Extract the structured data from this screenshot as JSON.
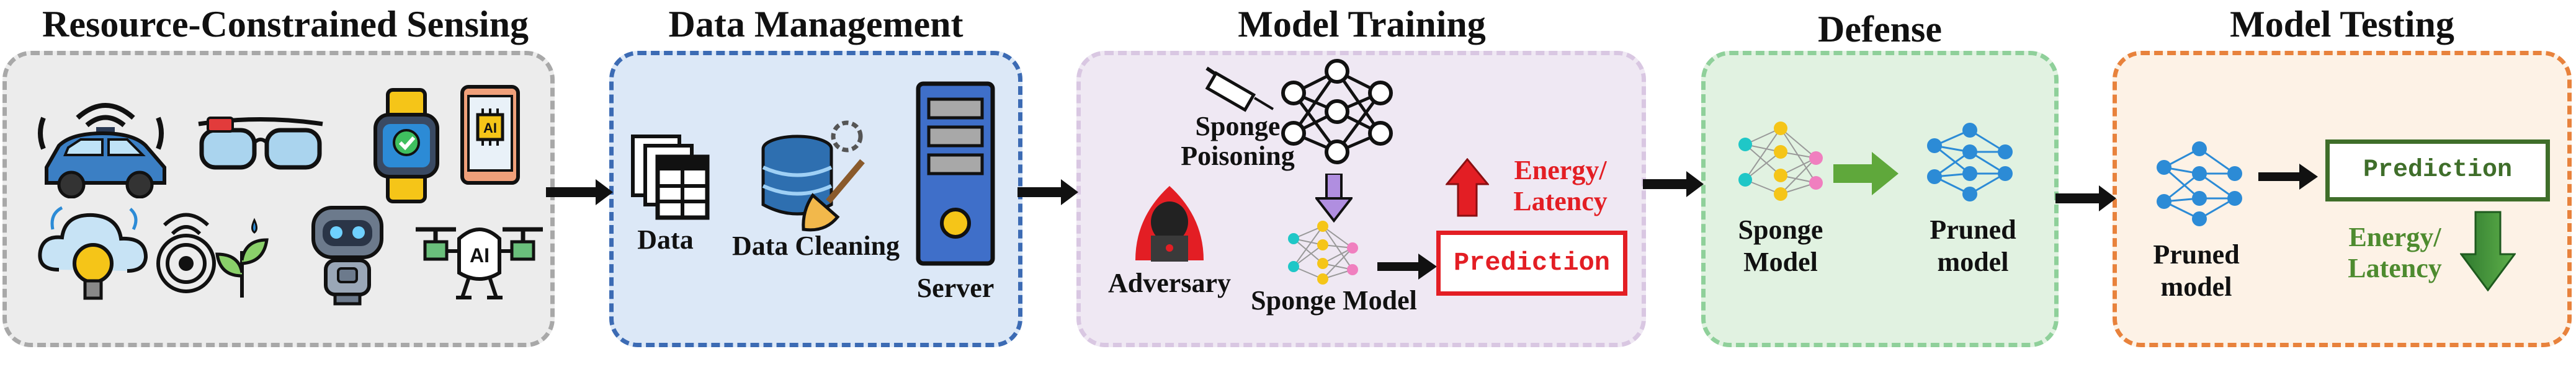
{
  "stages": {
    "sensing": "Resource-Constrained Sensing",
    "data_mgmt": "Data Management",
    "training": "Model Training",
    "defense": "Defense",
    "testing": "Model Testing"
  },
  "data_mgmt": {
    "data": "Data",
    "cleaning": "Data Cleaning",
    "server": "Server"
  },
  "training": {
    "poisoning_line1": "Sponge",
    "poisoning_line2": "Poisoning",
    "adversary": "Adversary",
    "sponge_model": "Sponge Model",
    "prediction": "Prediction",
    "energy_line1": "Energy/",
    "energy_line2": "Latency"
  },
  "defense": {
    "sponge_line1": "Sponge",
    "sponge_line2": "Model",
    "pruned_line1": "Pruned",
    "pruned_line2": "model"
  },
  "testing": {
    "pruned_line1": "Pruned",
    "pruned_line2": "model",
    "prediction": "Prediction",
    "energy_line1": "Energy/",
    "energy_line2": "Latency"
  },
  "icons": {
    "sensing": [
      "car-icon",
      "smart-glasses-icon",
      "smartwatch-icon",
      "ai-chip-tablet-icon",
      "smart-cloud-bulb-icon",
      "smart-plant-sensor-icon",
      "robot-icon",
      "ai-drone-icon"
    ],
    "data_mgmt": [
      "data-table-icon",
      "database-broom-icon",
      "server-icon"
    ],
    "training": [
      "syringe-icon",
      "neural-network-icon",
      "hacker-icon",
      "sponge-network-icon",
      "up-arrow-icon"
    ],
    "defense": [
      "sponge-network-icon",
      "pruned-network-icon"
    ],
    "testing": [
      "pruned-network-icon",
      "down-arrow-icon"
    ]
  },
  "colors": {
    "sensing_bg": "#ececec",
    "sensing_border": "#a8a8a8",
    "data_bg": "#dce8f7",
    "data_border": "#3c6bb4",
    "training_bg": "#efe8f3",
    "training_border": "#d9c7e2",
    "defense_bg": "#e1f2e1",
    "defense_border": "#8fd09a",
    "testing_bg": "#fdf2e6",
    "testing_border": "#e8823c",
    "red": "#e31e24",
    "green": "#4e8b2f",
    "dark_green": "#3f6e2a"
  }
}
